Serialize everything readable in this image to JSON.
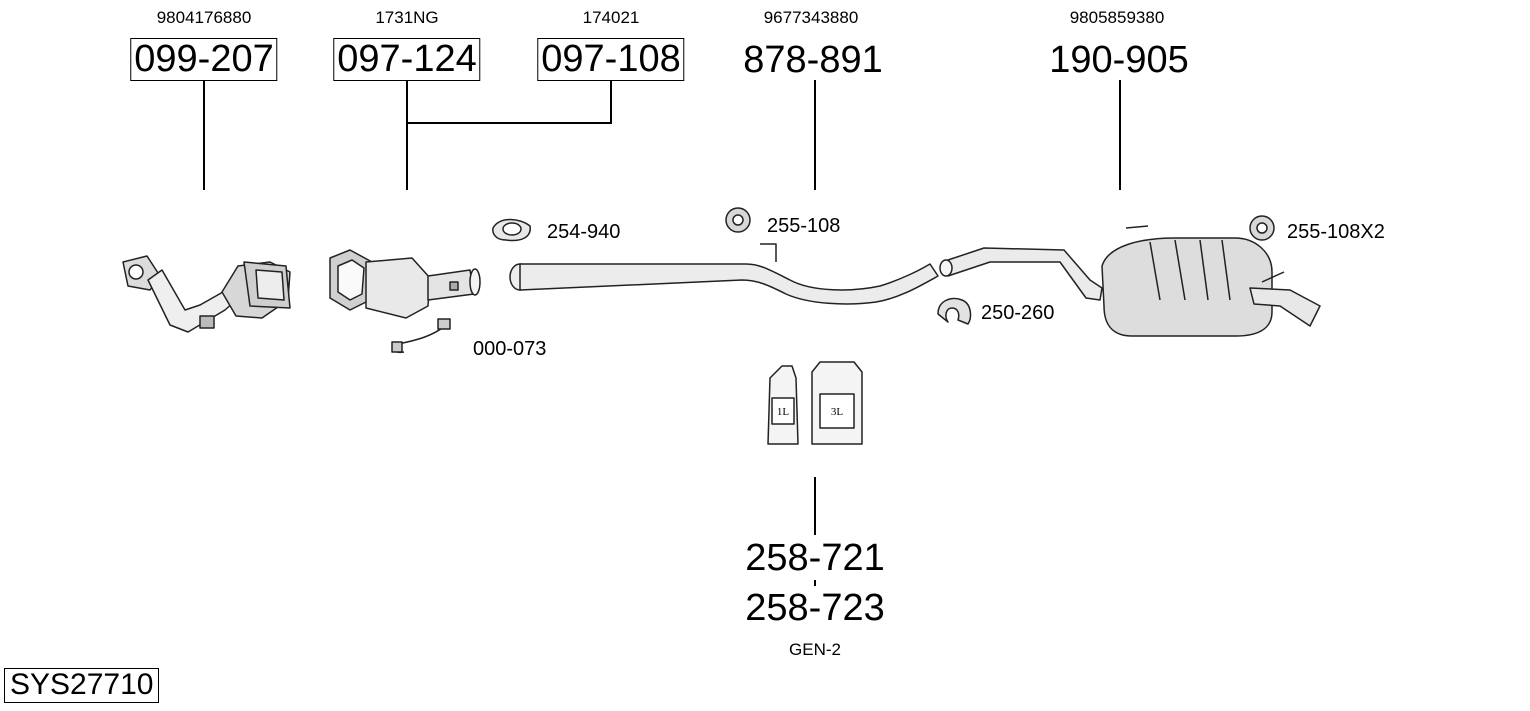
{
  "system_id": "SYS27710",
  "parts": {
    "p1": {
      "oem": "9804176880",
      "number": "099-207",
      "boxed": true
    },
    "p2": {
      "oem": "1731NG",
      "number": "097-124",
      "boxed": true
    },
    "p3": {
      "oem": "174021",
      "number": "097-108",
      "boxed": true
    },
    "p4": {
      "oem": "9677343880",
      "number": "878-891",
      "boxed": false
    },
    "p5": {
      "oem": "9805859380",
      "number": "190-905",
      "boxed": false
    }
  },
  "accessories": {
    "clamp": "254-940",
    "hanger": "255-108",
    "hanger_rear": "255-108X2",
    "clamp2": "250-260",
    "sensor": "000-073"
  },
  "fluid": {
    "number_1": "258-721",
    "number_2": "258-723",
    "note": "GEN-2",
    "bottle_small": "1L",
    "bottle_large": "3L"
  }
}
